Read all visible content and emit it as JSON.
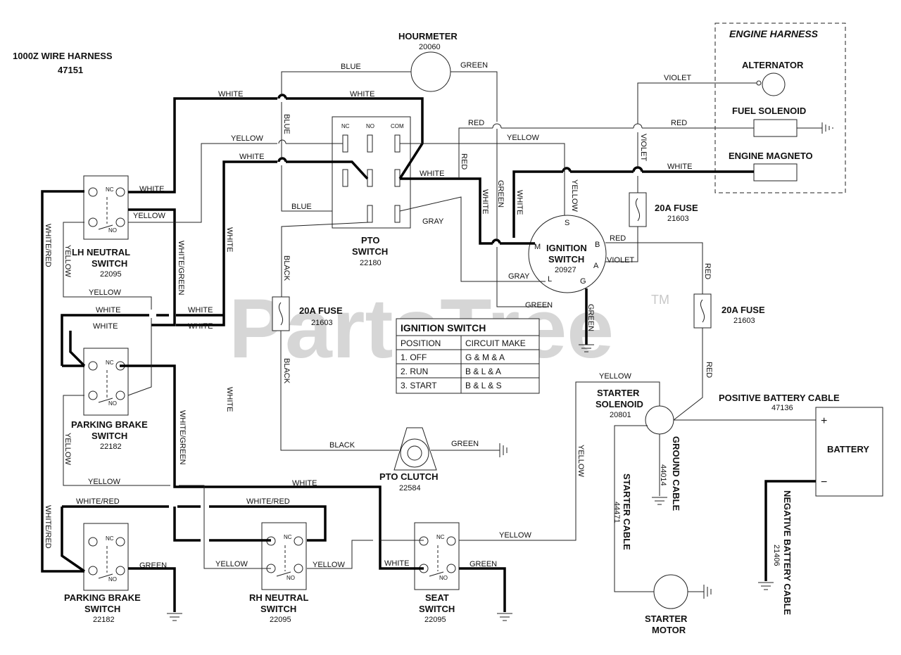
{
  "title": "1000Z WIRE HARNESS",
  "part_number": "47151",
  "watermark": "PartsTree",
  "watermark_tm": "TM",
  "engine_harness": {
    "title": "ENGINE HARNESS",
    "alternator": "ALTERNATOR",
    "fuel_solenoid": "FUEL SOLENOID",
    "engine_magneto": "ENGINE MAGNETO"
  },
  "components": {
    "hourmeter": {
      "name": "HOURMETER",
      "part": "20060"
    },
    "pto_switch": {
      "name1": "PTO",
      "name2": "SWITCH",
      "part": "22180",
      "pins": [
        "NC",
        "NO",
        "COM"
      ]
    },
    "ignition_switch": {
      "name1": "IGNITION",
      "name2": "SWITCH",
      "part": "20927",
      "terminals": [
        "S",
        "M",
        "B",
        "A",
        "L",
        "G"
      ]
    },
    "lh_neutral": {
      "name1": "LH NEUTRAL",
      "name2": "SWITCH",
      "part": "22095"
    },
    "parking_brake_1": {
      "name1": "PARKING BRAKE",
      "name2": "SWITCH",
      "part": "22182"
    },
    "parking_brake_2": {
      "name1": "PARKING BRAKE",
      "name2": "SWITCH",
      "part": "22182"
    },
    "rh_neutral": {
      "name1": "RH NEUTRAL",
      "name2": "SWITCH",
      "part": "22095"
    },
    "seat_switch": {
      "name1": "SEAT",
      "name2": "SWITCH",
      "part": "22095"
    },
    "pto_clutch": {
      "name": "PTO CLUTCH",
      "part": "22584"
    },
    "fuse_left": {
      "name": "20A FUSE",
      "part": "21603"
    },
    "fuse_top": {
      "name": "20A FUSE",
      "part": "21603"
    },
    "fuse_right": {
      "name": "20A FUSE",
      "part": "21603"
    },
    "starter_solenoid": {
      "name1": "STARTER",
      "name2": "SOLENOID",
      "part": "20801"
    },
    "starter_motor": {
      "name1": "STARTER",
      "name2": "MOTOR"
    },
    "battery": {
      "name": "BATTERY",
      "plus": "+",
      "minus": "−"
    },
    "positive_cable": {
      "name": "POSITIVE BATTERY CABLE",
      "part": "47136"
    },
    "negative_cable": {
      "name": "NEGATIVE BATTERY CABLE",
      "part": "21406"
    },
    "ground_cable": {
      "name": "GROUND CABLE",
      "part": "44014"
    },
    "starter_cable": {
      "name": "STARTER CABLE",
      "part": "44471"
    }
  },
  "switch_terminals": {
    "nc": "NC",
    "no": "NO"
  },
  "ignition_table": {
    "title": "IGNITION SWITCH",
    "headers": [
      "POSITION",
      "CIRCUIT MAKE"
    ],
    "rows": [
      [
        "1. OFF",
        "G & M & A"
      ],
      [
        "2. RUN",
        "B & L & A"
      ],
      [
        "3. START",
        "B & L & S"
      ]
    ]
  },
  "wire_labels": {
    "white": "WHITE",
    "blue": "BLUE",
    "green": "GREEN",
    "yellow": "YELLOW",
    "red": "RED",
    "violet": "VIOLET",
    "gray": "GRAY",
    "black": "BLACK",
    "white_red": "WHITE/RED",
    "white_green": "WHITE/GREEN"
  }
}
